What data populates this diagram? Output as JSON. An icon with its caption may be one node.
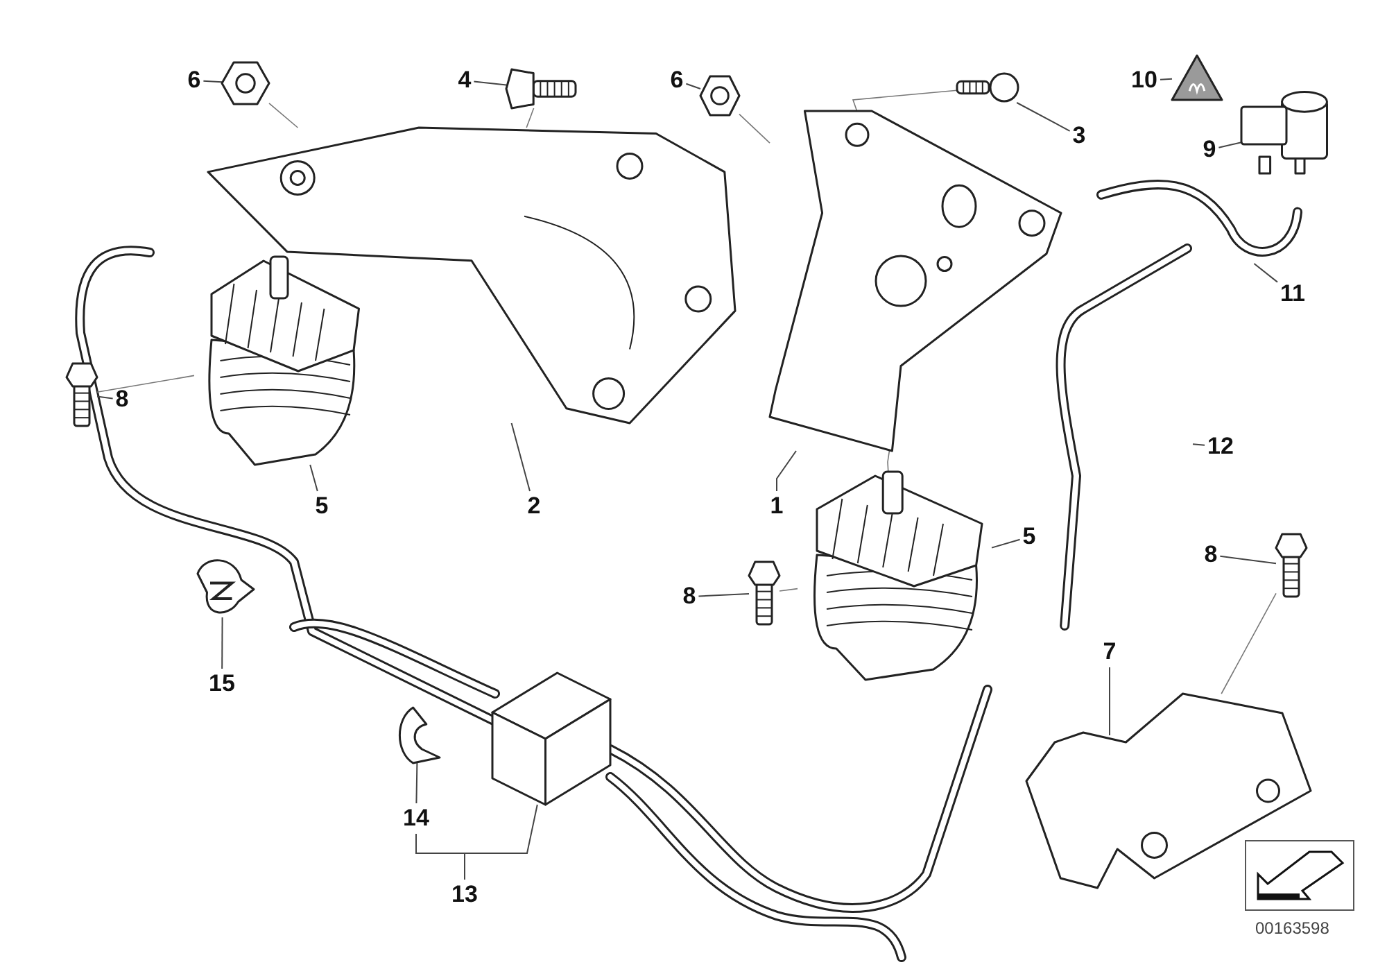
{
  "diagram": {
    "nodes": [
      {
        "text": [
          "6"
        ]
      },
      {
        "text": [
          "4"
        ]
      },
      {
        "text": [
          "6"
        ]
      },
      {
        "text": [
          "3"
        ]
      },
      {
        "text": [
          "10"
        ]
      },
      {
        "text": [
          "9"
        ]
      },
      {
        "text": [
          "8"
        ]
      },
      {
        "text": [
          "5"
        ]
      },
      {
        "text": [
          "2"
        ]
      },
      {
        "text": [
          "1"
        ]
      },
      {
        "text": [
          "11"
        ]
      },
      {
        "text": [
          "12"
        ]
      },
      {
        "text": [
          "5"
        ]
      },
      {
        "text": [
          "8"
        ]
      },
      {
        "text": [
          "8"
        ]
      },
      {
        "text": [
          "15"
        ]
      },
      {
        "text": [
          "7"
        ]
      },
      {
        "text": [
          "14"
        ]
      },
      {
        "text": [
          "13"
        ]
      },
      {
        "text": [],
        "shape": "picture"
      },
      {
        "text": [],
        "shape": "picture"
      },
      {
        "text": [],
        "shape": "picture"
      },
      {
        "text": [],
        "shape": "picture"
      },
      {
        "text": [],
        "shape": "picture"
      },
      {
        "text": [],
        "shape": "picture"
      },
      {
        "text": [],
        "shape": "picture"
      },
      {
        "text": [],
        "shape": "picture"
      },
      {
        "text": [],
        "shape": "picture"
      },
      {
        "text": [],
        "shape": "picture"
      },
      {
        "text": [],
        "shape": "picture"
      },
      {
        "text": [],
        "shape": "picture"
      },
      {
        "text": [],
        "shape": "picture"
      },
      {
        "text": [],
        "shape": "picture"
      },
      {
        "text": [],
        "shape": "picture"
      },
      {
        "text": [],
        "shape": "picture"
      },
      {
        "text": [],
        "shape": "picture"
      },
      {
        "text": [],
        "shape": "picture"
      },
      {
        "text": [],
        "shape": "picture"
      }
    ],
    "edges": [
      {
        "from": 0,
        "to": 19,
        "arrow": "none"
      },
      {
        "from": 1,
        "to": 20,
        "arrow": "none"
      },
      {
        "from": 2,
        "to": 21,
        "arrow": "none"
      },
      {
        "from": 3,
        "to": 22,
        "arrow": "none"
      },
      {
        "from": 4,
        "to": 23,
        "arrow": "none"
      },
      {
        "from": 5,
        "to": 24,
        "arrow": "none"
      },
      {
        "from": 6,
        "to": 29,
        "arrow": "none"
      },
      {
        "from": 7,
        "to": 28,
        "arrow": "none"
      },
      {
        "from": 8,
        "to": 26,
        "arrow": "none"
      },
      {
        "from": 9,
        "to": 27,
        "arrow": "none"
      },
      {
        "from": 10,
        "to": 25,
        "arrow": "none"
      },
      {
        "from": 11,
        "to": 30,
        "arrow": "none"
      },
      {
        "from": 12,
        "to": 31,
        "arrow": "none"
      },
      {
        "from": 13,
        "to": 32,
        "arrow": "none"
      },
      {
        "from": 14,
        "to": 33,
        "arrow": "none"
      },
      {
        "from": 15,
        "to": 35,
        "arrow": "none"
      },
      {
        "from": 16,
        "to": 34,
        "arrow": "none"
      },
      {
        "from": 17,
        "to": 36,
        "arrow": "none"
      },
      {
        "from": 18,
        "to": 17,
        "arrow": "none"
      },
      {
        "from": 18,
        "to": 37,
        "arrow": "none"
      },
      {
        "from": 19,
        "to": 26,
        "arrow": "none"
      },
      {
        "from": 20,
        "to": 26,
        "arrow": "none"
      },
      {
        "from": 21,
        "to": 27,
        "arrow": "none"
      },
      {
        "from": 22,
        "to": 27,
        "arrow": "none"
      },
      {
        "from": 29,
        "to": 28,
        "arrow": "none"
      },
      {
        "from": 32,
        "to": 31,
        "arrow": "none"
      },
      {
        "from": 33,
        "to": 34,
        "arrow": "none"
      },
      {
        "from": 27,
        "to": 31,
        "arrow": "none"
      }
    ],
    "labels": [
      "00163598"
    ]
  }
}
